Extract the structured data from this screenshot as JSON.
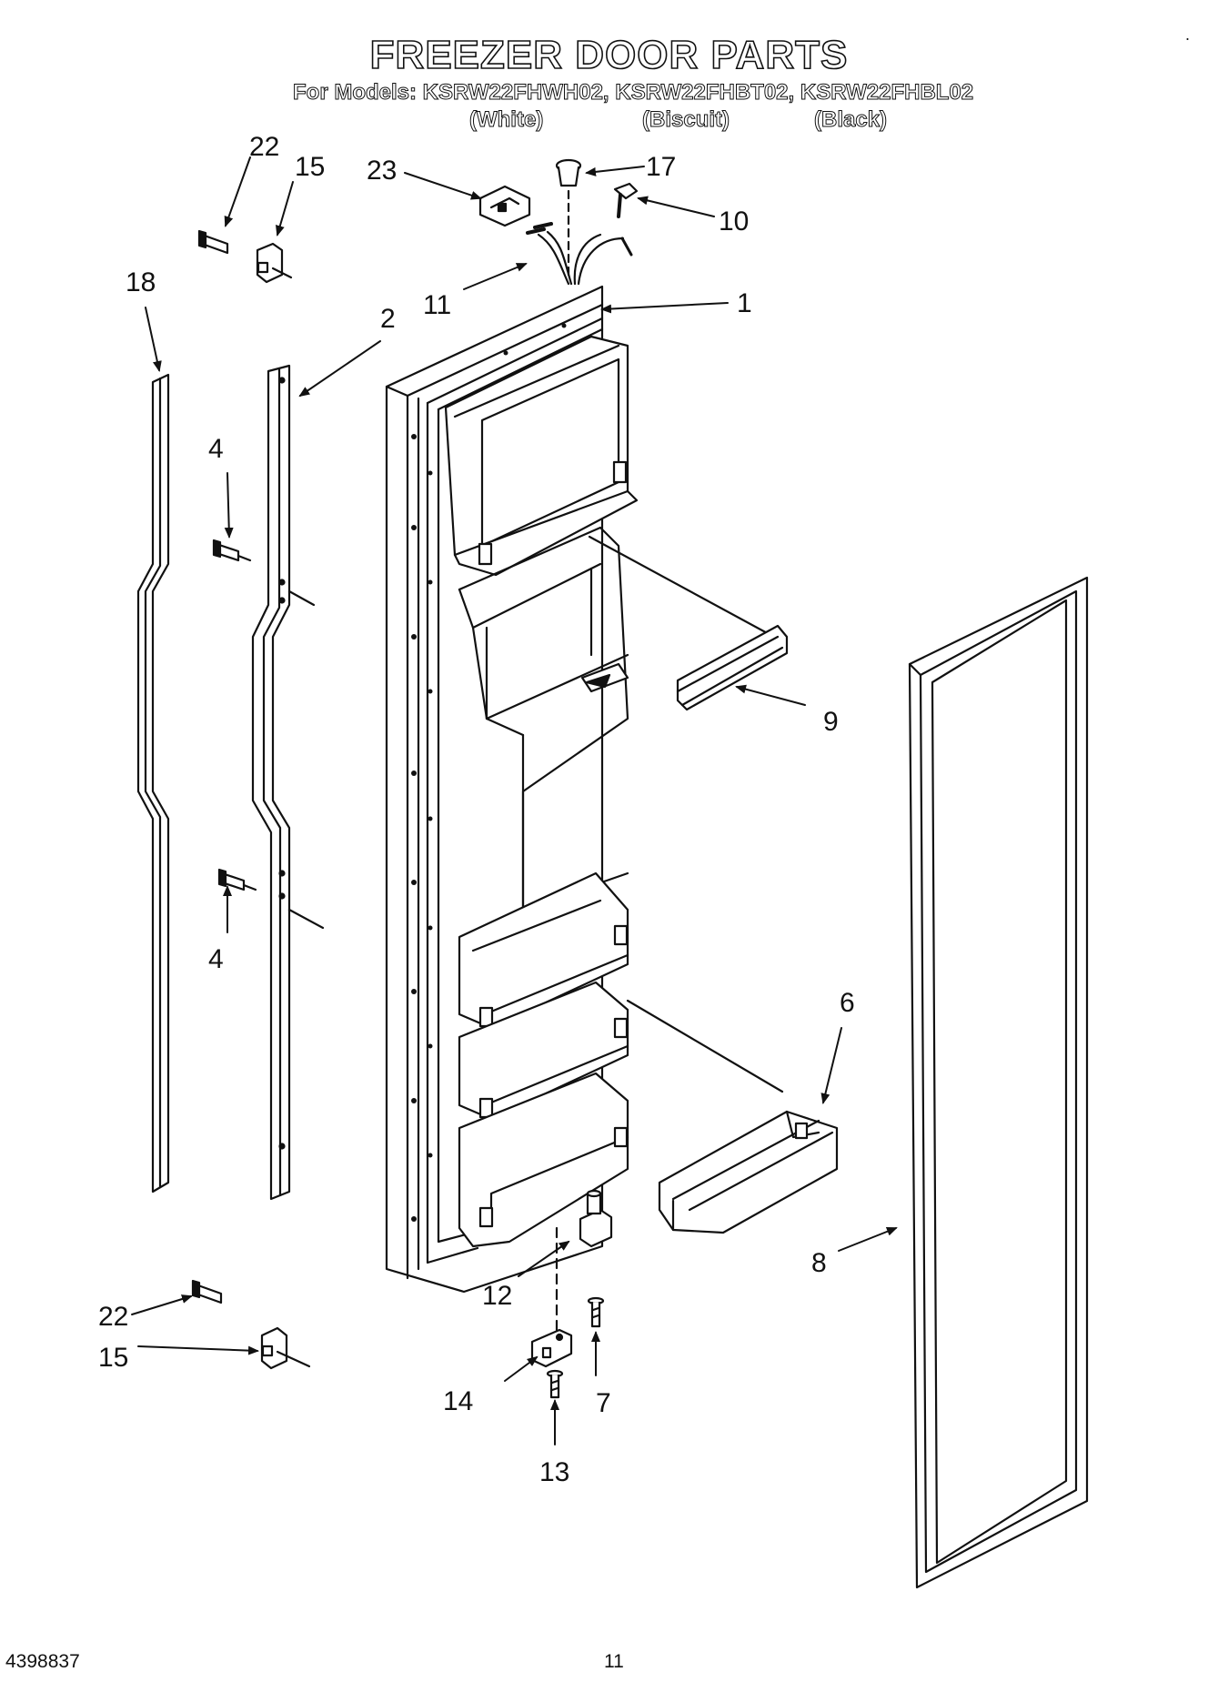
{
  "title": "FREEZER DOOR PARTS",
  "models_line": "For Models: KSRW22FHWH02, KSRW22FHBT02, KSRW22FHBL02",
  "colors": [
    "(White)",
    "(Biscuit)",
    "(Black)"
  ],
  "callouts": {
    "c1": "1",
    "c2": "2",
    "c4a": "4",
    "c4b": "4",
    "c6": "6",
    "c7": "7",
    "c8": "8",
    "c9": "9",
    "c10": "10",
    "c11": "11",
    "c12": "12",
    "c13": "13",
    "c14": "14",
    "c15a": "15",
    "c15b": "15",
    "c17": "17",
    "c18": "18",
    "c22a": "22",
    "c22b": "22",
    "c23": "23"
  },
  "footer": {
    "doc_number": "4398837",
    "page_number": "11"
  },
  "corner_mark": "."
}
